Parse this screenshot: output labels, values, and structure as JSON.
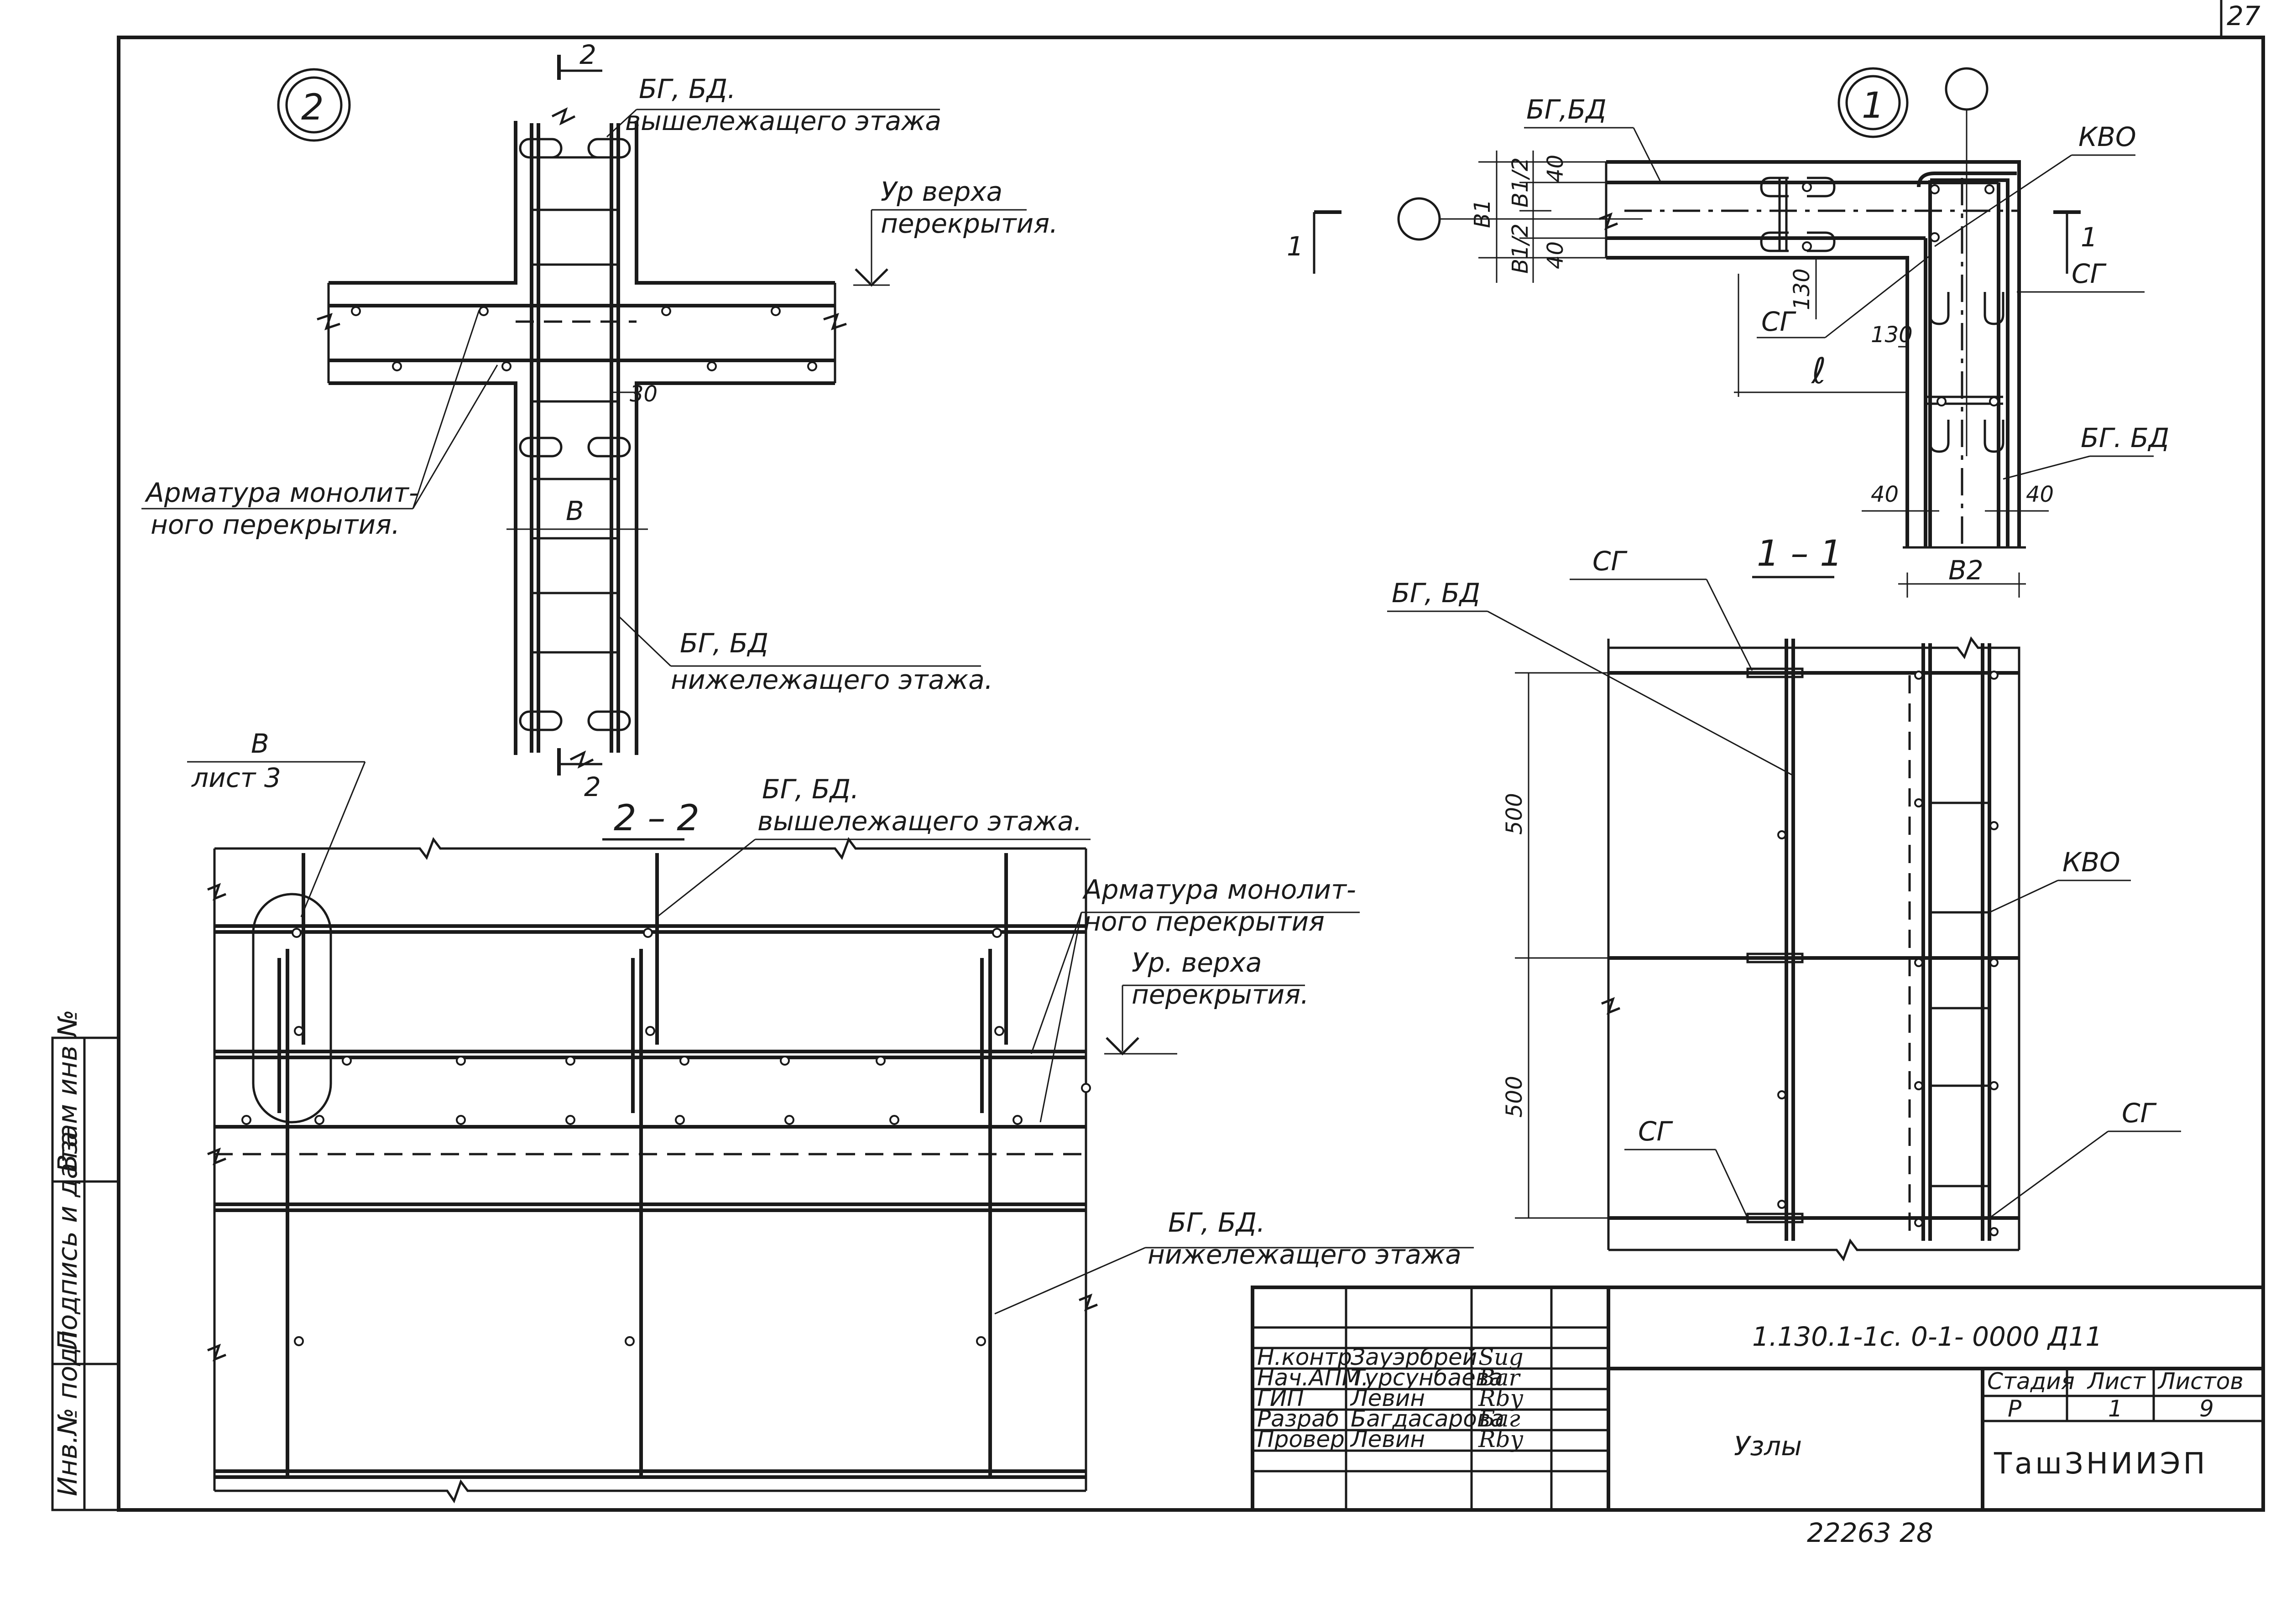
{
  "sheet_number": "27",
  "node_2": {
    "marker": "2",
    "section_mark": "2",
    "bg_bd_above": "БГ, БД.",
    "bg_bd_above_2": "вышележащего этажа",
    "floor_level_1": "Ур верха",
    "floor_level_2": "перекрытия.",
    "slab_rebar_1": "Арматура монолит-",
    "slab_rebar_2": "ного перекрытия.",
    "dim_30": "30",
    "dim_B": "В",
    "bg_bd_below": "БГ, БД",
    "bg_bd_below_2": "нижележащего этажа."
  },
  "section_2_2": {
    "title": "2 – 2",
    "ref_B": "В",
    "ref_sheet": "лист 3",
    "bg_bd_above": "БГ, БД.",
    "bg_bd_above_2": "вышележащего этажа.",
    "slab_rebar_1": "Арматура монолит-",
    "slab_rebar_2": "ного перекрытия",
    "floor_level_1": "Ур. верха",
    "floor_level_2": "перекрытия.",
    "bg_bd_below": "БГ, БД.",
    "bg_bd_below_2": "нижележащего этажа"
  },
  "node_1": {
    "marker": "1",
    "bg_bd_top": "БГ,БД",
    "kvo": "КВО",
    "section_mark": "1",
    "sg_right": "СГ",
    "sg_left": "СГ",
    "bg_bd_right": "БГ. БД",
    "dim_40a": "40",
    "dim_40b": "40",
    "dim_40c": "40",
    "dim_40d": "40",
    "dim_B1": "В1",
    "dim_B1_2a": "В1/2",
    "dim_B1_2b": "В1/2",
    "dim_130a": "130",
    "dim_130b": "130",
    "dim_l": "ℓ",
    "dim_B2": "В2"
  },
  "section_1_1": {
    "title": "1 – 1",
    "sg_top": "СГ",
    "bg_bd": "БГ, БД",
    "kvo": "КВО",
    "sg_bottom_left": "СГ",
    "sg_bottom_right": "СГ",
    "dim_500a": "500",
    "dim_500b": "500"
  },
  "side_stamp": {
    "inv_podl": "Инв.№ подл",
    "podpis_data": "Подпись и дата",
    "vzam_inv": "Взам инв №"
  },
  "title_block": {
    "doc_code": "1.130.1-1с.  0-1- 0000 Д11",
    "title": "Узлы",
    "stage_hdr": "Стадия",
    "sheet_hdr": "Лист",
    "sheets_hdr": "Листов",
    "stage": "Р",
    "sheet": "1",
    "sheets": "9",
    "org": "ТашЗНИИЭП",
    "roles": [
      {
        "role": "Н.контр",
        "name": "Зауэрбрей",
        "sign": "Sug"
      },
      {
        "role": "Нач.АПМ.",
        "name": "Турсунбаева",
        "sign": "Bar"
      },
      {
        "role": "ГИП",
        "name": "Левин",
        "sign": "Rby"
      },
      {
        "role": "Разраб",
        "name": "Багдасарова",
        "sign": "Баг"
      },
      {
        "role": "Провер",
        "name": "Левин",
        "sign": "Rby"
      }
    ]
  },
  "footer_numbers": "22263   28"
}
